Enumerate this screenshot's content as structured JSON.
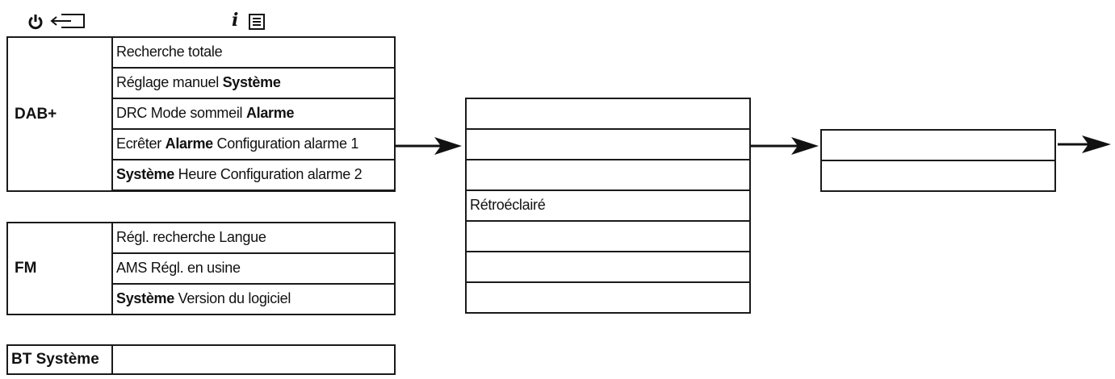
{
  "header_icons": {
    "left": [
      "power-icon",
      "input-source-icon"
    ],
    "right": [
      "info-icon",
      "menu-icon"
    ],
    "info_glyph": "i"
  },
  "groups": {
    "dab": {
      "label": "DAB+",
      "items": [
        [
          {
            "t": "Recherche totale",
            "b": false
          }
        ],
        [
          {
            "t": "Réglage manuel ",
            "b": false
          },
          {
            "t": "Système",
            "b": true
          }
        ],
        [
          {
            "t": "DRC Mode sommeil ",
            "b": false
          },
          {
            "t": "Alarme",
            "b": true
          }
        ],
        [
          {
            "t": "Ecrêter ",
            "b": false
          },
          {
            "t": "Alarme",
            "b": true
          },
          {
            "t": " Configuration alarme 1",
            "b": false
          }
        ],
        [
          {
            "t": "Système",
            "b": true
          },
          {
            "t": " Heure Configuration alarme 2",
            "b": false
          }
        ]
      ]
    },
    "fm": {
      "label": "FM",
      "items": [
        [
          {
            "t": "Régl. recherche Langue",
            "b": false
          }
        ],
        [
          {
            "t": "AMS Régl. en usine",
            "b": false
          }
        ],
        [
          {
            "t": "Système",
            "b": true
          },
          {
            "t": " Version du logiciel",
            "b": false
          }
        ]
      ]
    },
    "bt": {
      "label": "BT Système",
      "items": [
        []
      ]
    }
  },
  "column2": {
    "items": [
      "",
      "",
      "",
      "Rétroéclairé",
      "",
      "",
      ""
    ]
  },
  "column3": {
    "items": [
      "",
      ""
    ]
  }
}
